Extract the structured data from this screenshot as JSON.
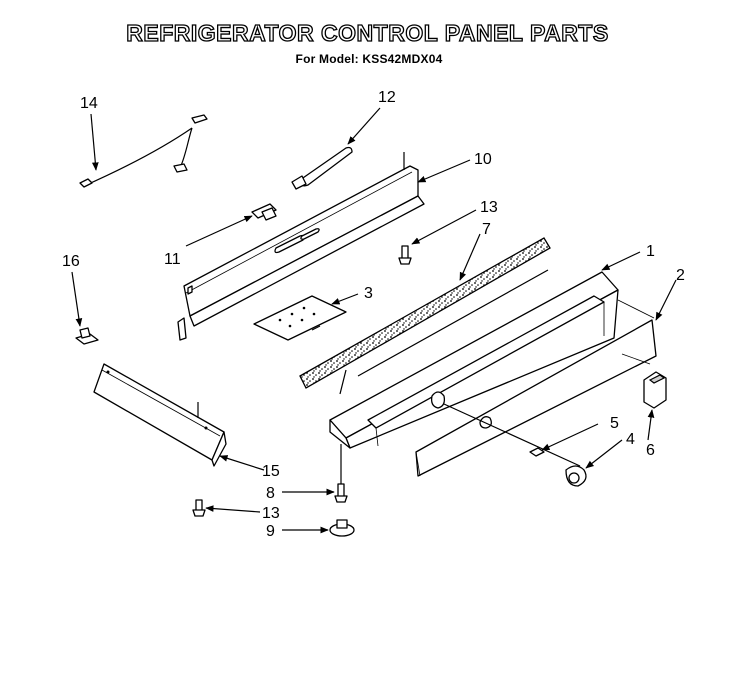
{
  "title": "REFRIGERATOR CONTROL PANEL PARTS",
  "subtitle": "For Model: KSS42MDX04",
  "callouts": [
    {
      "id": "c1",
      "text": "1"
    },
    {
      "id": "c2",
      "text": "2"
    },
    {
      "id": "c3",
      "text": "3"
    },
    {
      "id": "c4",
      "text": "4"
    },
    {
      "id": "c5",
      "text": "5"
    },
    {
      "id": "c6",
      "text": "6"
    },
    {
      "id": "c7",
      "text": "7"
    },
    {
      "id": "c8",
      "text": "8"
    },
    {
      "id": "c9",
      "text": "9"
    },
    {
      "id": "c10",
      "text": "10"
    },
    {
      "id": "c11",
      "text": "11"
    },
    {
      "id": "c12",
      "text": "12"
    },
    {
      "id": "c13a",
      "text": "13"
    },
    {
      "id": "c13b",
      "text": "13"
    },
    {
      "id": "c14",
      "text": "14"
    },
    {
      "id": "c15",
      "text": "15"
    },
    {
      "id": "c16",
      "text": "16"
    }
  ]
}
